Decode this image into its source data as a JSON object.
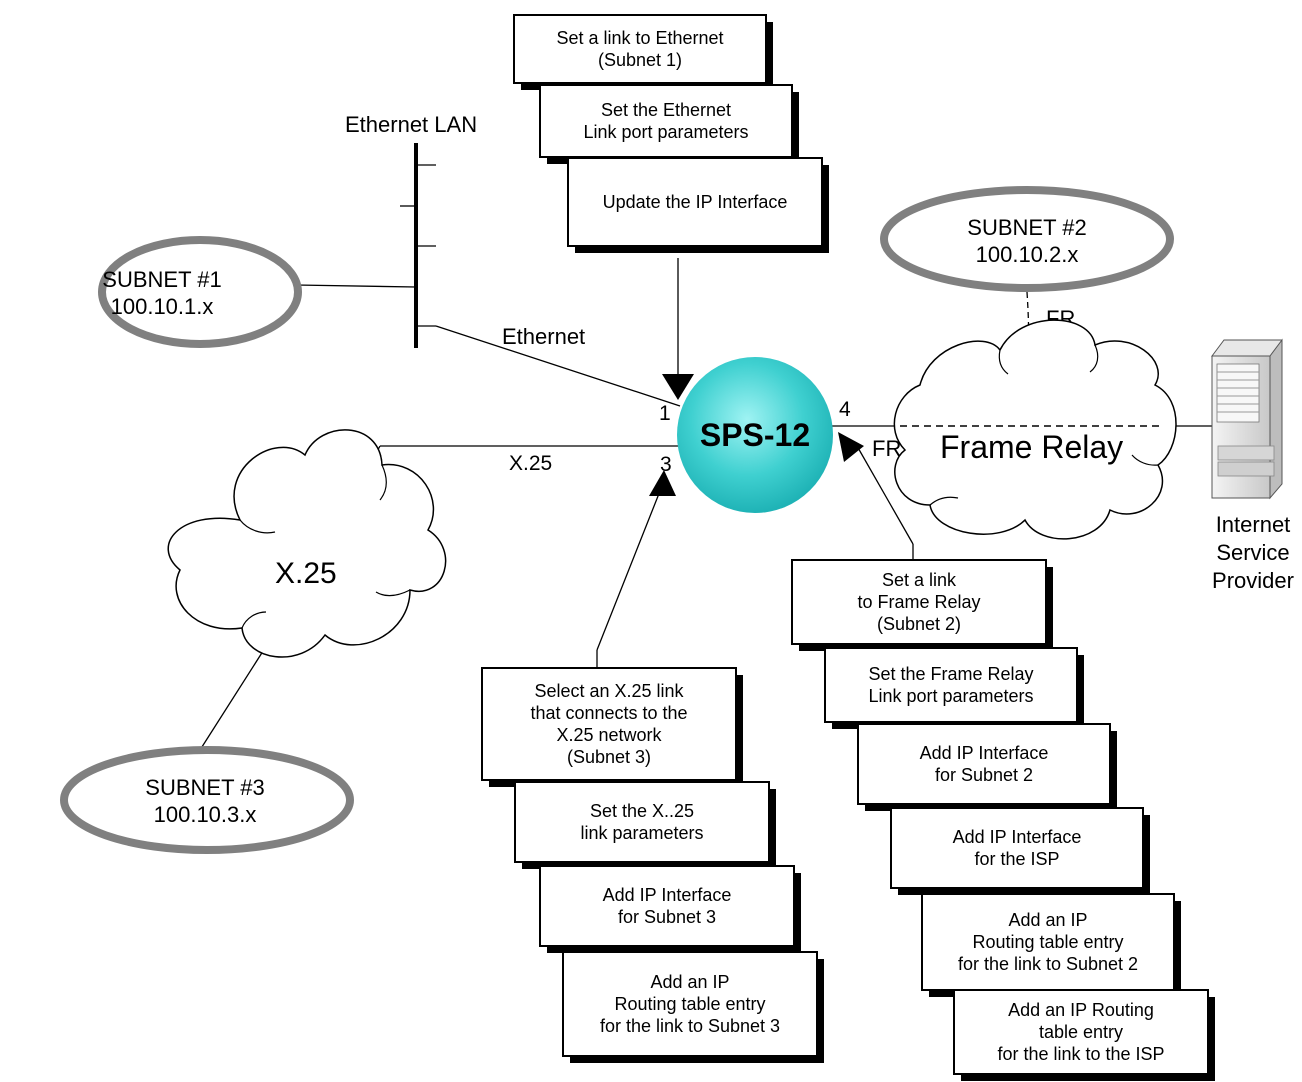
{
  "ethernet_steps": [
    "Set a link to Ethernet\n(Subnet 1)",
    "Set the Ethernet\nLink port parameters",
    "Update the IP Interface"
  ],
  "x25_steps": [
    "Select an X.25 link\nthat connects to the\nX.25 network\n(Subnet 3)",
    "Set the X..25\nlink parameters",
    "Add IP Interface\nfor Subnet 3",
    "Add an IP\nRouting table entry\nfor the link to Subnet 3"
  ],
  "fr_steps": [
    "Set a link\nto Frame Relay\n(Subnet 2)",
    "Set the Frame Relay\nLink port parameters",
    "Add IP Interface\nfor Subnet 2",
    "Add IP Interface\nfor the ISP",
    "Add an IP\nRouting table entry\nfor the link to Subnet 2",
    "Add an IP Routing\ntable entry\nfor the link to the ISP"
  ],
  "subnets": [
    {
      "name": "SUBNET #1",
      "addr": "100.10.1.x"
    },
    {
      "name": "SUBNET #2",
      "addr": "100.10.2.x"
    },
    {
      "name": "SUBNET #3",
      "addr": "100.10.3.x"
    }
  ],
  "labels": {
    "ethernet_lan": "Ethernet LAN",
    "ethernet": "Ethernet",
    "x25_link": "X.25",
    "fr_top": "FR",
    "fr_bottom": "FR",
    "sps": "SPS-12",
    "port1": "1",
    "port3": "3",
    "port4": "4",
    "x25_cloud": "X.25",
    "fr_cloud": "Frame Relay",
    "isp": "Internet\nService\nProvider"
  },
  "colors": {
    "sps_fill": "#33cccc",
    "ellipse_stroke": "#808080",
    "line": "#000000"
  }
}
